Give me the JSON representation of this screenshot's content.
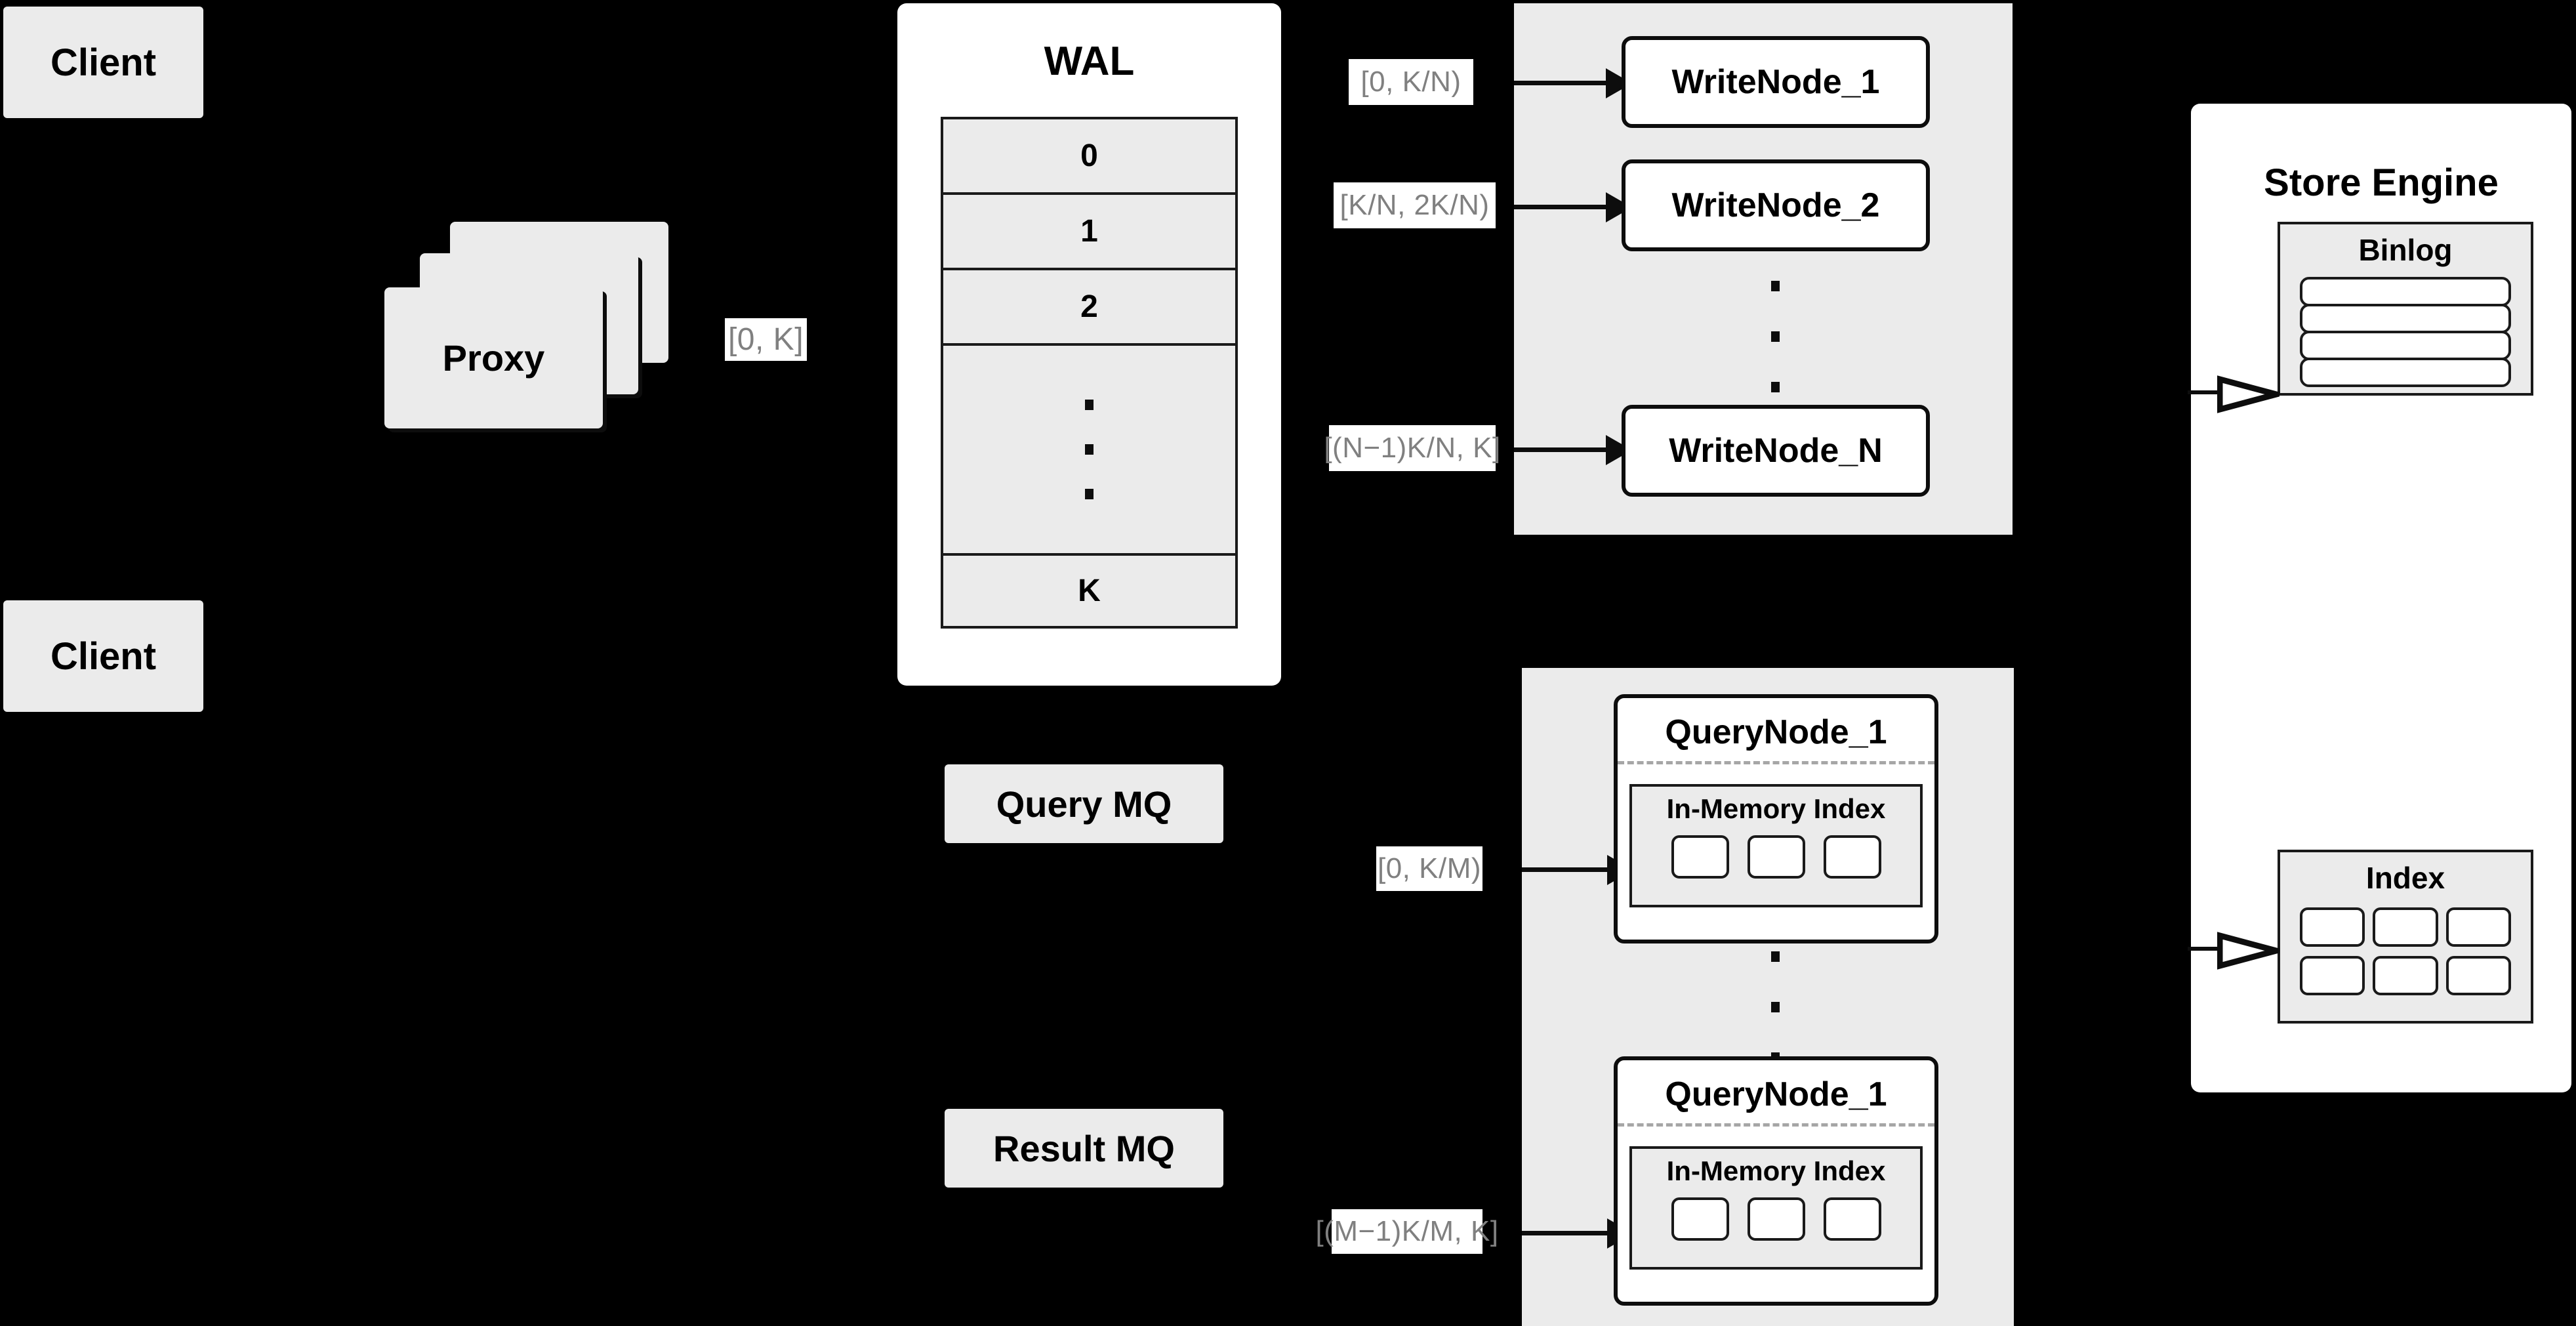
{
  "diagram": {
    "title": "Distributed Vector Database Write/Query Architecture",
    "background_color": "#000000",
    "node_fill": "#ebebeb",
    "panel_fill": "#ffffff",
    "stroke_color": "#1a1a1a",
    "label_text_color": "#808080"
  },
  "clients": [
    {
      "label": "Client"
    },
    {
      "label": "Client"
    }
  ],
  "proxy": {
    "label": "Proxy",
    "stack_count": 3
  },
  "edge_labels": {
    "proxy_to_wal": "[0, K]",
    "wal_to_writenode_1": "[0,  K/N)",
    "wal_to_writenode_2": "[K/N, 2K/N)",
    "wal_to_writenode_n": "[(N−1)K/N,  K]",
    "mq_to_querynode_1": "[0, K/M)",
    "mq_to_querynode_m": "[(M−1)K/M, K]"
  },
  "wal": {
    "title": "WAL",
    "rows": [
      "0",
      "1",
      "2",
      "...",
      "K"
    ]
  },
  "write_cluster": {
    "nodes": [
      {
        "label": "WriteNode_1"
      },
      {
        "label": "WriteNode_2"
      },
      {
        "label": "WriteNode_N"
      }
    ],
    "ellipsis": "..."
  },
  "query_cluster": {
    "nodes": [
      {
        "label": "QueryNode_1",
        "index": {
          "title": "In-Memory Index",
          "slot_count": 3
        }
      },
      {
        "label": "QueryNode_1",
        "index": {
          "title": "In-Memory Index",
          "slot_count": 3
        }
      }
    ],
    "ellipsis": "..."
  },
  "message_queues": [
    {
      "label": "Query MQ"
    },
    {
      "label": "Result MQ"
    }
  ],
  "store_engine": {
    "title": "Store Engine",
    "binlog": {
      "title": "Binlog",
      "segment_count": 4
    },
    "index": {
      "title": "Index",
      "slot_count": 6,
      "columns": 3,
      "rows": 2
    }
  }
}
